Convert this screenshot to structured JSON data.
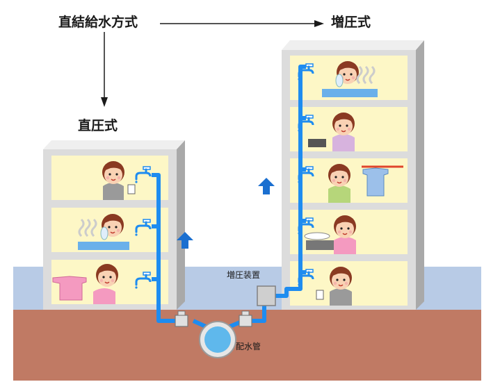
{
  "labels": {
    "method": "直結給水方式",
    "booster": "増圧式",
    "direct": "直圧式",
    "booster_pump": "増圧装置",
    "water_main": "配水管"
  },
  "colors": {
    "sky": "#b8cbe6",
    "ground": "#c07a64",
    "building_wall": "#dcdcdc",
    "room": "#fdf7c6",
    "pipe": "#1e8cf0",
    "arrow": "#1a6fd0",
    "skin": "#f9d2b4",
    "hair": "#8a3a22"
  },
  "icons": [
    "faucet-icon",
    "person-icon",
    "shirt-icon",
    "pot-icon",
    "sink-icon",
    "steam-icon",
    "up-arrow-icon"
  ]
}
